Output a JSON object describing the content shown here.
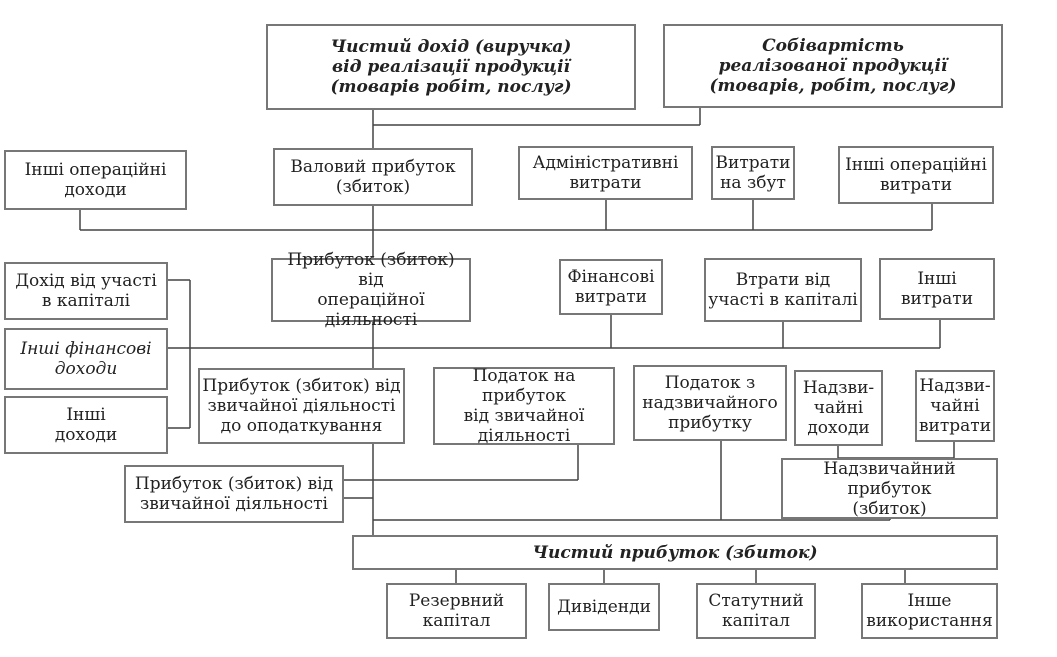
{
  "diagram": {
    "revenue": "Чистий дохід (виручка)\nвід реалізації продукції\n(товарів робіт, послуг)",
    "cost": "Собівартість\nреалізованої продукції\n(товарів, робіт, послуг)",
    "other_operating_income": "Інші операційні\nдоходи",
    "gross_profit": "Валовий прибуток\n(збиток)",
    "admin_expenses": "Адміністративні\nвитрати",
    "selling_expenses": "Витрати\nна збут",
    "other_operating_expenses": "Інші операційні\nвитрати",
    "participation_income": "Дохід від участі\nв капіталі",
    "operating_profit": "Прибуток (збиток) від\nопераційної діяльності",
    "financial_expenses": "Фінансові\nвитрати",
    "participation_losses": "Втрати від\nучасті в капіталі",
    "other_expenses": "Інші\nвитрати",
    "other_financial_income": "Інші фінансові\nдоходи",
    "other_income": "Інші\nдоходи",
    "pretax_profit": "Прибуток (збиток) від\nзвичайної діяльності\nдо оподаткування",
    "income_tax": "Податок на прибуток\nвід звичайної\nдіяльності",
    "extraordinary_tax": "Податок з\nнадзвичайного\nприбутку",
    "extraordinary_income": "Надзви-\nчайні\nдоходи",
    "extraordinary_expenses": "Надзви-\nчайні\nвитрати",
    "ordinary_profit": "Прибуток (збиток) від\nзвичайної діяльності",
    "extraordinary_profit": "Надзвичайний прибуток\n(збиток)",
    "net_profit": "Чистий прибуток (збиток)",
    "reserve_capital": "Резервний\nкапітал",
    "dividends": "Дивіденди",
    "authorized_capital": "Статутний\nкапітал",
    "other_use": "Інше\nвикористання"
  }
}
